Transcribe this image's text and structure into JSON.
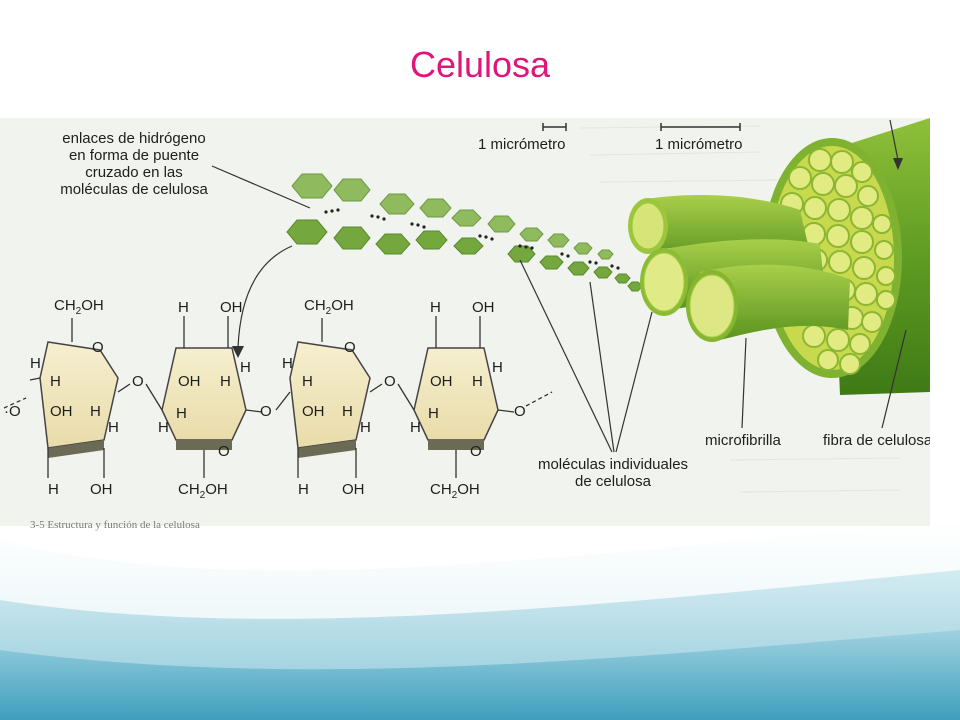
{
  "slide": {
    "title": "Celulosa",
    "colors": {
      "title": "#e0157a",
      "fiber": "#6aa525",
      "fiber_end": "#d7e66e",
      "ring_pale": "#f4ecc8",
      "ring_shade": "#d8d8c8",
      "wave_top": "#4eaac6"
    }
  },
  "diagram": {
    "labels": {
      "hydrogen_bonds": [
        "enlaces de hidrógeno",
        "en forma de puente",
        "cruzado en las",
        "moléculas de celulosa"
      ],
      "scale_small": "1 micrómetro",
      "scale_large": "1 micrómetro",
      "individual_molecules": [
        "moléculas individuales",
        "de celulosa"
      ],
      "microfibril": "microfibrilla",
      "fiber": "fibra de celulosa"
    },
    "rings": [
      {
        "top": "CH2OH",
        "ring_o": "O",
        "left_h": "H",
        "inner_h": "H",
        "inner_oh": "OH",
        "right_h": "H",
        "right_lower_h": "H",
        "bottom_left": "H",
        "bottom_right": "OH"
      },
      {
        "top_left": "H",
        "top_right": "OH",
        "inner_oh": "OH",
        "inner_h": "H",
        "left_h": "H",
        "right_h": "H",
        "ring_o": "O",
        "bottom": "CH2OH"
      },
      {
        "top": "CH2OH",
        "ring_o": "O",
        "left_h": "H",
        "inner_h": "H",
        "inner_oh": "OH",
        "right_h": "H",
        "right_lower_h": "H",
        "bottom_left": "H",
        "bottom_right": "OH"
      },
      {
        "top_left": "H",
        "top_right": "OH",
        "inner_oh": "OH",
        "inner_h": "H",
        "left_h": "H",
        "right_h": "H",
        "ring_o": "O",
        "bottom": "CH2OH"
      }
    ],
    "linkage_o": "O",
    "caption_fragment": "3-5 Estructura y función de la celulosa"
  }
}
